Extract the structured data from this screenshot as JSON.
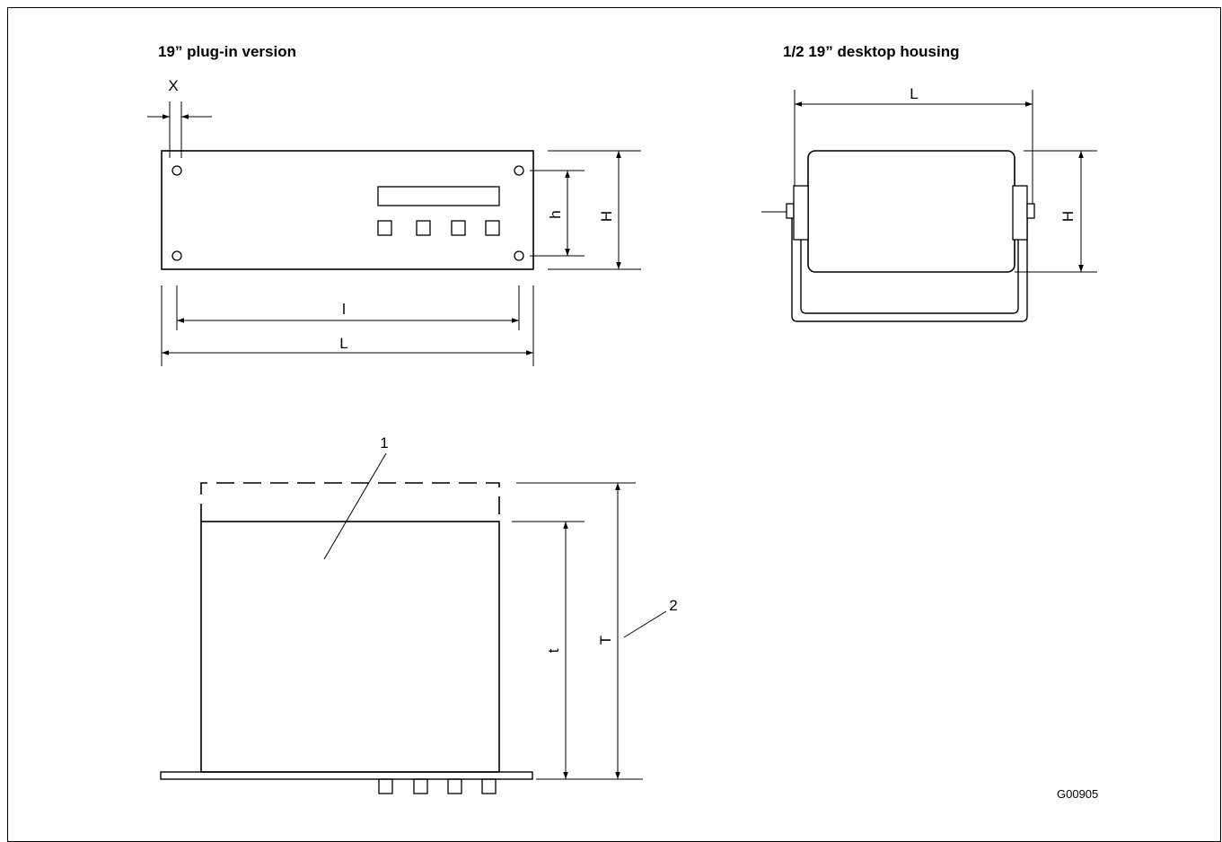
{
  "titles": {
    "plugin": "19” plug-in version",
    "desktop": "1/2 19” desktop housing"
  },
  "labels": {
    "x": "X",
    "h_small": "h",
    "h_big_front": "H",
    "l_small": "l",
    "l_big_front": "L",
    "l_big_desktop": "L",
    "h_big_desktop": "H",
    "callout_1": "1",
    "callout_2": "2",
    "t_small": "t",
    "t_big": "T"
  },
  "drawing_code": "G00905"
}
